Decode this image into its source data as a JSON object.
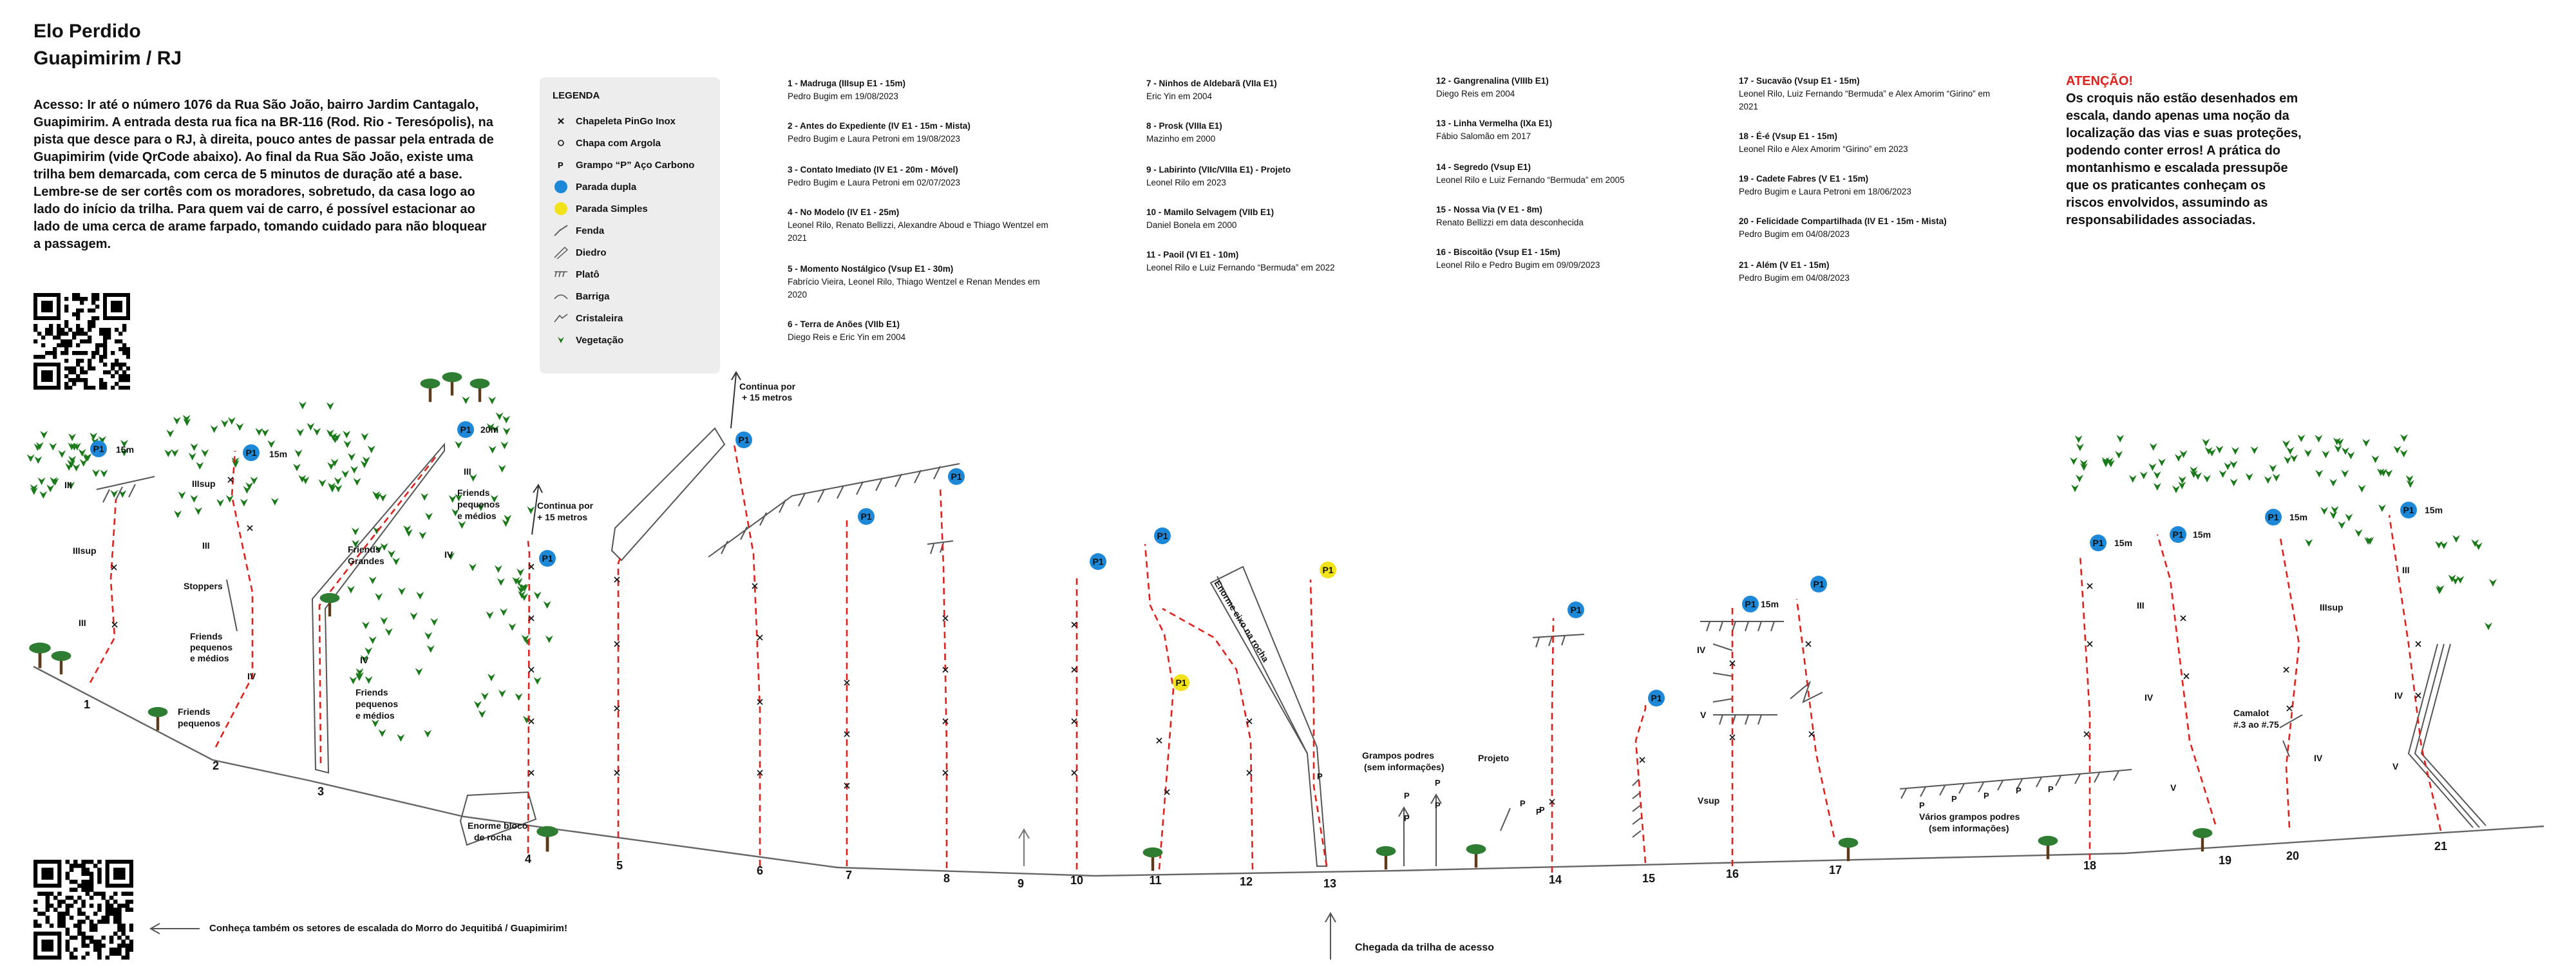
{
  "header": {
    "title_line1": "Elo Perdido",
    "title_line2": "Guapimirim / RJ"
  },
  "access": {
    "text": "Acesso: Ir até o número 1076 da Rua São João, bairro Jardim Cantagalo, Guapimirim. A entrada desta rua fica na BR-116 (Rod. Rio - Teresópolis), na pista que desce para o RJ, à direita, pouco antes de passar pela entrada de Guapimirim (vide QrCode abaixo). Ao final da Rua São João, existe uma trilha bem demarcada, com cerca de 5 minutos de duração até a base. Lembre-se de ser cortês com os moradores, sobretudo, da casa logo ao lado do início da trilha. Para quem vai de carro, é possível estacionar ao lado de uma cerca de arame farpado, tomando cuidado para não bloquear a passagem."
  },
  "legend": {
    "title": "LEGENDA",
    "items": [
      {
        "label": "Chapeleta PinGo Inox",
        "icon": "x-mark-icon"
      },
      {
        "label": "Chapa com Argola",
        "icon": "ring-bolt-icon"
      },
      {
        "label": "Grampo “P” Aço Carbono",
        "icon": "p-bolt-icon"
      },
      {
        "label": "Parada dupla",
        "icon": "double-anchor-icon"
      },
      {
        "label": "Parada Simples",
        "icon": "single-anchor-icon"
      },
      {
        "label": "Fenda",
        "icon": "crack-icon"
      },
      {
        "label": "Diedro",
        "icon": "dihedral-icon"
      },
      {
        "label": "Platô",
        "icon": "ledge-icon"
      },
      {
        "label": "Barriga",
        "icon": "bulge-icon"
      },
      {
        "label": "Cristaleira",
        "icon": "crystal-icon"
      },
      {
        "label": "Vegetação",
        "icon": "vegetation-icon"
      }
    ],
    "colors": {
      "double": "#1e88d8",
      "single": "#f2e21a",
      "vegetation": "#1a7a1a"
    }
  },
  "routes": {
    "col1": [
      {
        "name": "1 - Madruga (IIIsup E1 - 15m)",
        "fa": "Pedro Bugim em 19/08/2023"
      },
      {
        "name": "2 - Antes do Expediente (IV E1 - 15m - Mista)",
        "fa": "Pedro Bugim e Laura Petroni em 19/08/2023"
      },
      {
        "name": "3 - Contato Imediato (IV E1 - 20m - Móvel)",
        "fa": "Pedro Bugim e Laura Petroni em 02/07/2023"
      },
      {
        "name": "4 - No Modelo (IV E1 - 25m)",
        "fa": "Leonel Rilo, Renato Bellizzi, Alexandre Aboud e Thiago Wentzel em 2021"
      },
      {
        "name": "5 - Momento Nostálgico (Vsup E1 - 30m)",
        "fa": "Fabrício Vieira, Leonel Rilo, Thiago Wentzel e Renan Mendes em 2020"
      },
      {
        "name": "6 - Terra de Anões (VIIb E1)",
        "fa": "Diego Reis e Eric Yin em 2004"
      }
    ],
    "col2": [
      {
        "name": "7 - Ninhos de Aldebarã (VIIa E1)",
        "fa": "Eric Yin em 2004"
      },
      {
        "name": "8 - Prosk (VIIIa E1)",
        "fa": "Mazinho em 2000"
      },
      {
        "name": "9 - Labirinto (VIIc/VIIIa E1) - Projeto",
        "fa": "Leonel Rilo em 2023"
      },
      {
        "name": "10 - Mamilo Selvagem (VIIb E1)",
        "fa": "Daniel Bonela em 2000"
      },
      {
        "name": "11 - Paoil (VI E1 - 10m)",
        "fa": "Leonel Rilo e Luiz Fernando “Bermuda” em 2022"
      }
    ],
    "col3": [
      {
        "name": "12 - Gangrenalina (VIIIb E1)",
        "fa": "Diego Reis em 2004"
      },
      {
        "name": "13 - Linha Vermelha (IXa E1)",
        "fa": "Fábio Salomão em 2017"
      },
      {
        "name": "14 - Segredo (Vsup E1)",
        "fa": "Leonel Rilo e Luiz Fernando “Bermuda” em 2005"
      },
      {
        "name": "15 - Nossa Via (V E1 - 8m)",
        "fa": "Renato Bellizzi em data desconhecida"
      },
      {
        "name": "16 - Biscoitão (Vsup E1 - 15m)",
        "fa": "Leonel Rilo e Pedro Bugim em 09/09/2023"
      }
    ],
    "col4": [
      {
        "name": "17 - Sucavão (Vsup E1 - 15m)",
        "fa": "Leonel Rilo, Luiz Fernando “Bermuda” e Alex Amorim “Girino” em 2021"
      },
      {
        "name": "18 - É-é (Vsup E1 - 15m)",
        "fa": "Leonel Rilo e Alex Amorim “Girino” em 2023"
      },
      {
        "name": "19 - Cadete Fabres (V E1 - 15m)",
        "fa": "Pedro Bugim e Laura Petroni em 18/06/2023"
      },
      {
        "name": "20 - Felicidade Compartilhada (IV E1 - 15m - Mista)",
        "fa": "Pedro Bugim em 04/08/2023"
      },
      {
        "name": "21 - Além (V E1 - 15m)",
        "fa": "Pedro Bugim em 04/08/2023"
      }
    ]
  },
  "warning": {
    "title": "ATENÇÃO!",
    "text": "Os croquis não estão desenhados em escala, dando apenas uma noção da localização das vias e suas proteções, podendo conter erros! A prática do montanhismo e escalada pressupõe que os praticantes conheçam os riscos envolvidos, assumindo as responsabilidades associadas."
  },
  "diagram": {
    "route_numbers": [
      "1",
      "2",
      "3",
      "4",
      "5",
      "6",
      "7",
      "8",
      "9",
      "10",
      "11",
      "12",
      "13",
      "14",
      "15",
      "16",
      "17",
      "18",
      "19",
      "20",
      "21"
    ],
    "anchor_label": "P1",
    "labels": {
      "len15_a": "15m",
      "len15_b": "15m",
      "len20": "20m",
      "len15_c": "15m",
      "len15_d": "15m",
      "len15_e": "15m",
      "len15_f": "15m",
      "len15_g": "15m",
      "g1_III": "III",
      "g1_IIIsup": "IIIsup",
      "g1_III_b": "III",
      "g2_IIIsup": "IIIsup",
      "g2_III": "III",
      "g2_IV": "IV",
      "g3_IV": "IV",
      "g3_IV_b": "IV",
      "g3_III": "III",
      "g16_IV": "IV",
      "g16_V": "V",
      "g16_Vsup": "Vsup",
      "g19_III": "III",
      "g19_IV": "IV",
      "g19_V": "V",
      "g20_IIIsup": "IIIsup",
      "g20_IV": "IV",
      "g21_III": "III",
      "g21_IV": "IV",
      "g21_V": "V",
      "stoppers": "Stoppers",
      "friends_pm_1a": "Friends",
      "friends_pm_1b": "pequenos",
      "friends_pm_2a": "Friends",
      "friends_pm_2b": "pequenos",
      "friends_pm_2c": "e médios",
      "friends_g_a": "Friends",
      "friends_g_b": "Grandes",
      "friends_pm_3a": "Friends",
      "friends_pm_3b": "pequenos",
      "friends_pm_3c": "e médios",
      "friends_pm_4a": "Friends",
      "friends_pm_4b": "pequenos",
      "friends_pm_4c": "e médios",
      "continua_a1": "Continua por",
      "continua_a2": "+ 15 metros",
      "continua_b1": "Continua por",
      "continua_b2": "+ 15 metros",
      "bloco1": "Enorme bloco",
      "bloco2": "de rocha",
      "eixo": "Enorme eixo na rocha",
      "grampos_podres1": "Grampos podres",
      "grampos_podres2": "(sem informações)",
      "projeto": "Projeto",
      "varios_grampos1": "Vários grampos podres",
      "varios_grampos2": "(sem informações)",
      "camalot1": "Camalot",
      "camalot2": "#.3 ao #.75"
    },
    "colors": {
      "route_line": "#e0201b",
      "anchor_double": "#1e88d8",
      "anchor_single": "#f2e21a",
      "tree": "#2e7d32",
      "trunk": "#5d3a1a"
    }
  },
  "footer": {
    "note": "Conheça também os setores de escalada do Morro do Jequitibá / Guapimirim!",
    "arrival": "Chegada da trilha de acesso"
  }
}
